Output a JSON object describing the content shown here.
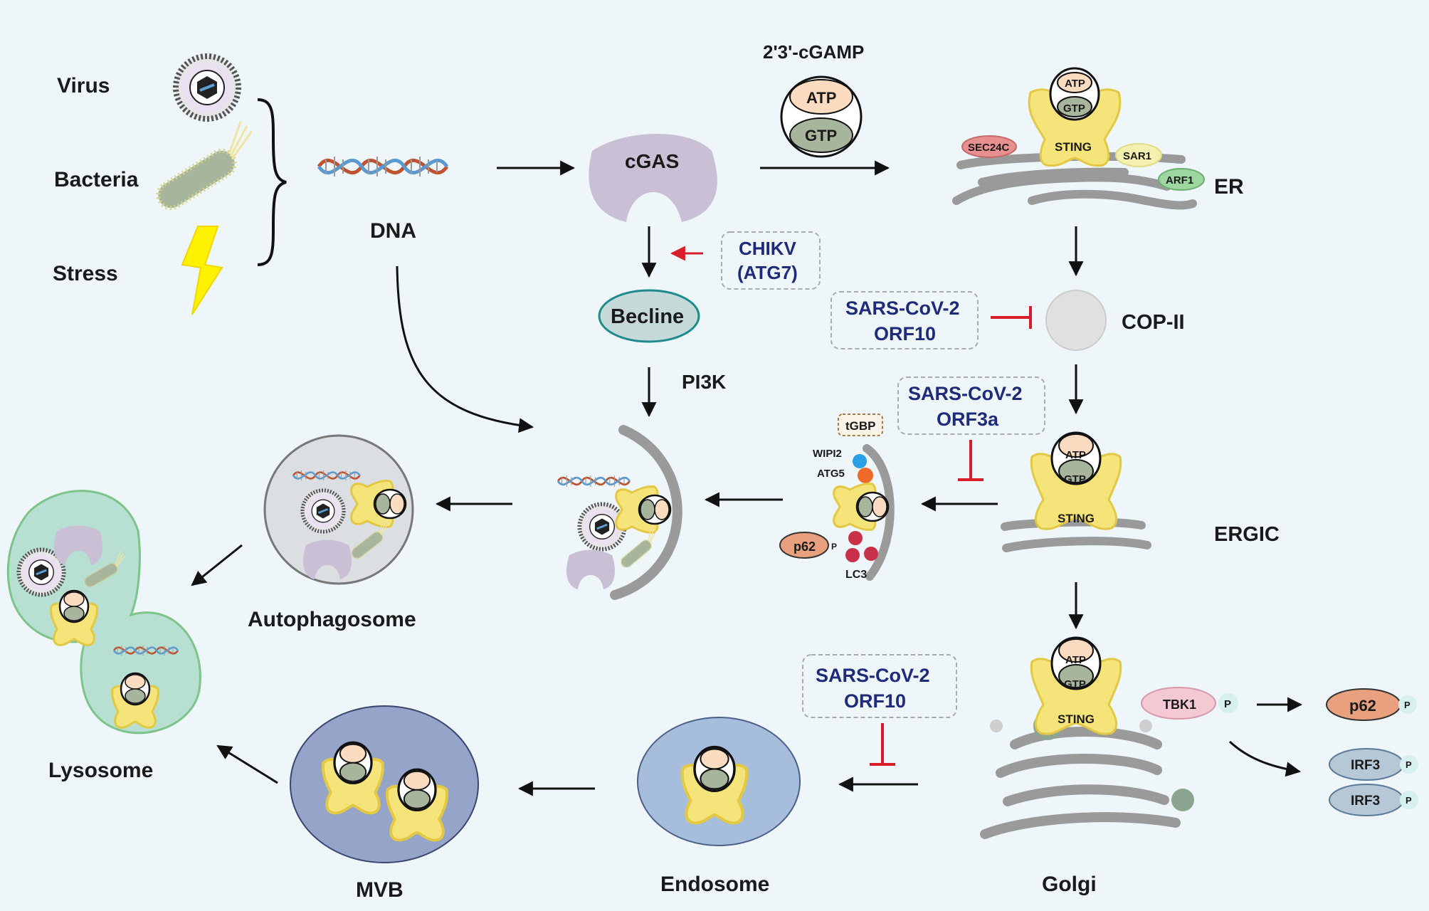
{
  "triggers": {
    "virus": "Virus",
    "bacteria": "Bacteria",
    "stress": "Stress"
  },
  "dna": "DNA",
  "cgas": "cGAS",
  "cgamp": "2'3'-cGAMP",
  "atp": "ATP",
  "gtp": "GTP",
  "sting": "STING",
  "er": {
    "label": "ER",
    "sec24c": "SEC24C",
    "sar1": "SAR1",
    "arf1": "ARF1"
  },
  "chikv": {
    "line1": "CHIKV",
    "line2": "(ATG7)"
  },
  "becline": "Becline",
  "pi3k": "PI3K",
  "copii": "COP-II",
  "sars_orf10_top": {
    "line1": "SARS-CoV-2",
    "line2": "ORF10"
  },
  "sars_orf3a": {
    "line1": "SARS-CoV-2",
    "line2": "ORF3a"
  },
  "sars_orf10_bottom": {
    "line1": "SARS-CoV-2",
    "line2": "ORF10"
  },
  "ergic": "ERGIC",
  "phagophore": {
    "tgbp": "tGBP",
    "wipi2": "WIPI2",
    "atg5": "ATG5",
    "p62": "p62",
    "p": "P",
    "lc3": "LC3"
  },
  "autophagosome": "Autophagosome",
  "lysosome": "Lysosome",
  "mvb": "MVB",
  "endosome": "Endosome",
  "golgi": "Golgi",
  "tbk1": "TBK1",
  "p62": "p62",
  "irf3": "IRF3",
  "phos": "P",
  "colors": {
    "background": "#eef6f9",
    "sting": "#f4e47a",
    "cgas": "#c9c0d6",
    "inhibit": "#d81e2a",
    "virus_text": "#1e2a7a",
    "membrane": "#9a9a9a"
  }
}
